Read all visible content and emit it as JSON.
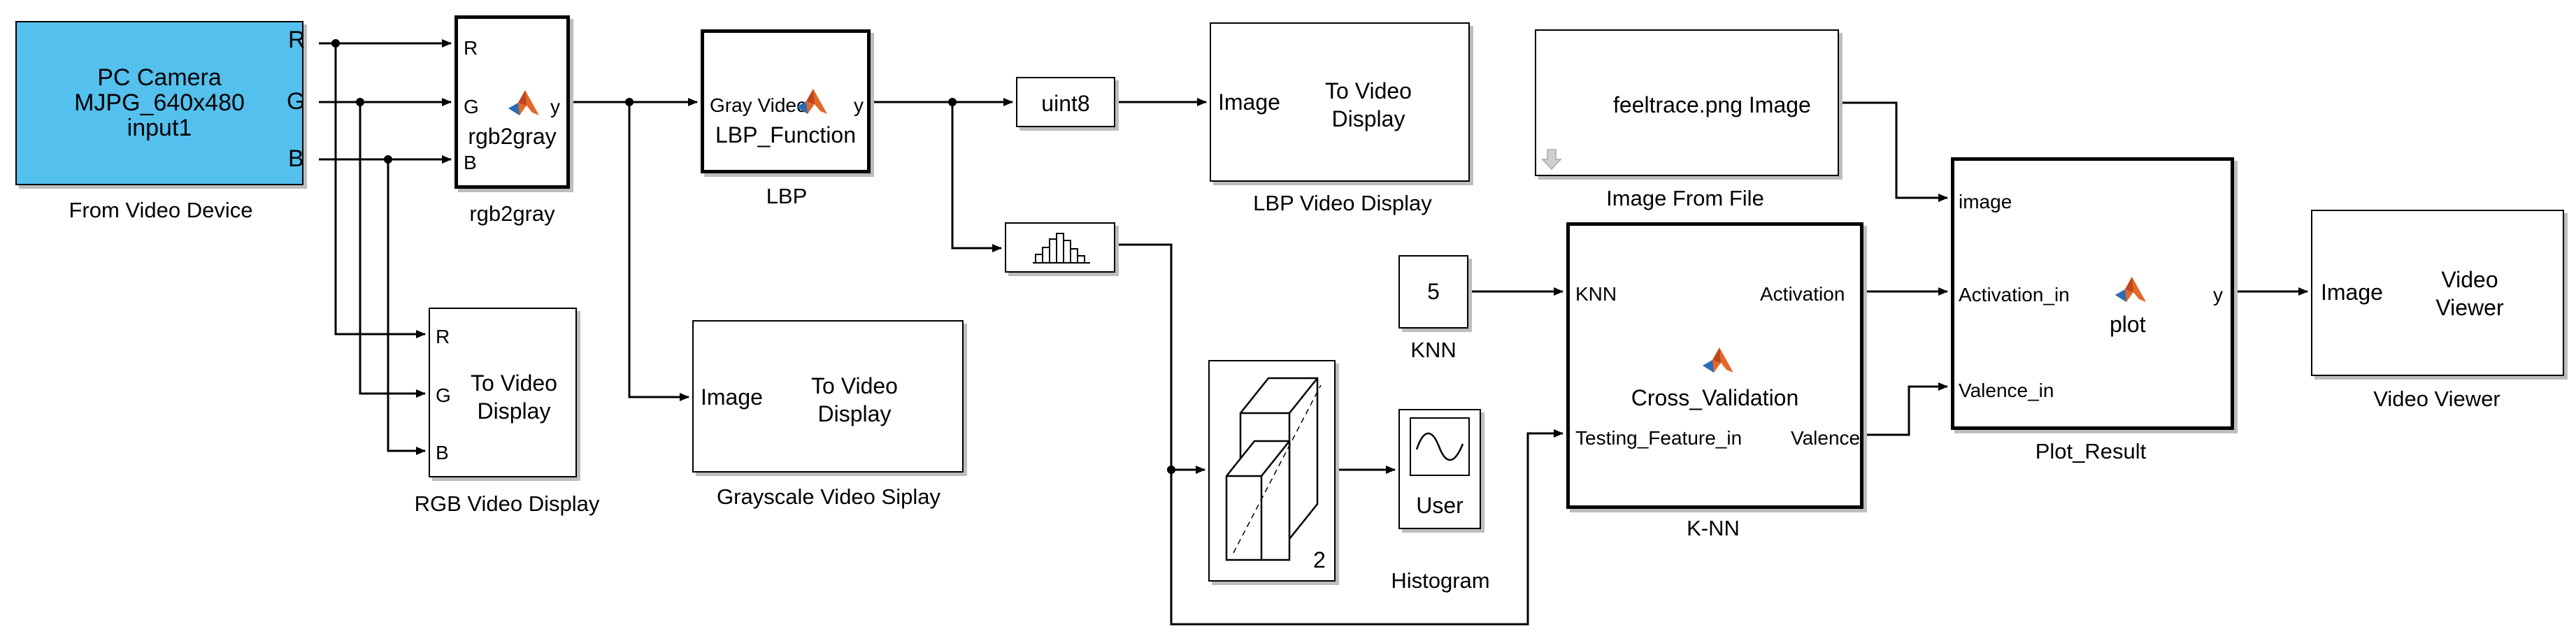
{
  "blocks": {
    "camera": {
      "lines": [
        "PC Camera",
        "MJPG_640x480",
        "input1"
      ],
      "ports_out": [
        "R",
        "G",
        "B"
      ],
      "caption": "From Video Device",
      "color": "#54c0ee"
    },
    "rgb2gray": {
      "ports_in": [
        "R",
        "G",
        "B"
      ],
      "port_out": "y",
      "label": "rgb2gray",
      "caption": "rgb2gray"
    },
    "lbp": {
      "port_in": "Gray Video",
      "port_out": "y",
      "label": "LBP_Function",
      "caption": "LBP"
    },
    "uint8": {
      "label": "uint8"
    },
    "lbp_display": {
      "port_in": "Image",
      "label": "To Video Display",
      "caption": "LBP Video Display"
    },
    "rgb_display": {
      "ports_in": [
        "R",
        "G",
        "B"
      ],
      "label": "To Video Display",
      "caption": "RGB Video Display"
    },
    "gray_display": {
      "port_in": "Image",
      "label": "To Video Display",
      "caption": "Grayscale Video Siplay"
    },
    "image_file": {
      "label": "feeltrace.png Image",
      "caption": "Image From File"
    },
    "knn_const": {
      "value": "5",
      "caption": "KNN"
    },
    "knn": {
      "ports_in": [
        "KNN",
        "Testing_Feature_in"
      ],
      "ports_out": [
        "Activation",
        "Valence"
      ],
      "label": "Cross_Validation",
      "caption": "K-NN"
    },
    "buffer": {
      "value": "2"
    },
    "scope": {
      "label": "User",
      "caption": "Histogram"
    },
    "plot": {
      "ports_in": [
        "image",
        "Activation_in",
        "Valence_in"
      ],
      "port_out": "y",
      "label": "plot",
      "caption": "Plot_Result"
    },
    "viewer": {
      "port_in": "Image",
      "label": "Video Viewer",
      "caption": "Video Viewer"
    }
  },
  "colors": {
    "camera_fill": "#54c0ee",
    "shadow": "#bdbdbd",
    "matlab_logo": "#e16a2a"
  }
}
